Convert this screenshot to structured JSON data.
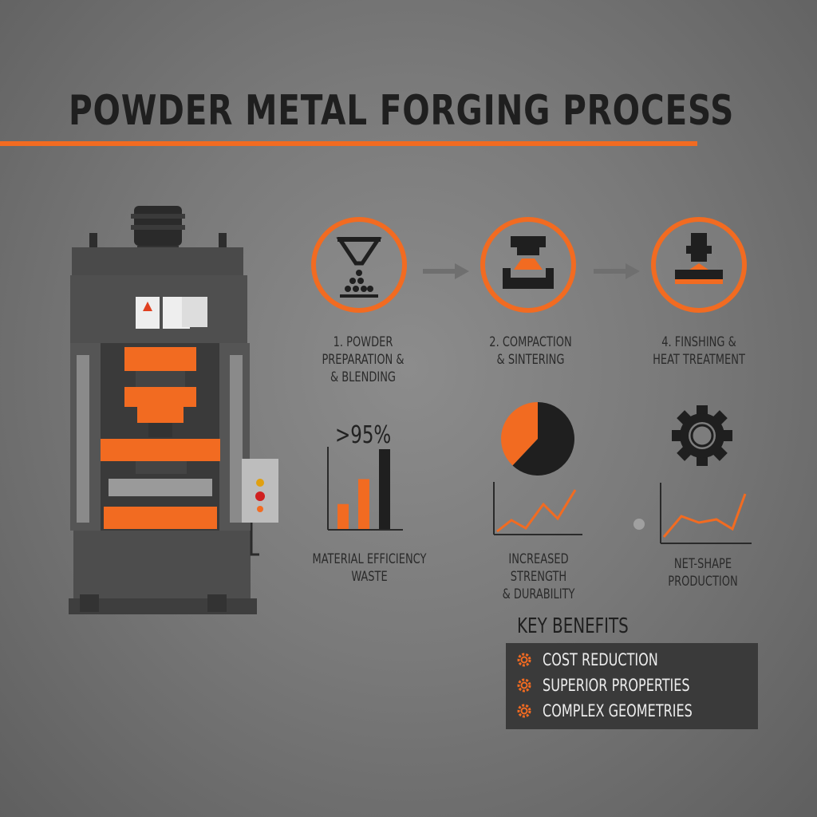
{
  "title": "POWDER METAL FORGING PROCESS",
  "colors": {
    "accent": "#f26b21",
    "dark": "#2a2a2a",
    "background": "#7d7d7d"
  },
  "steps": [
    {
      "icon": "powder-funnel-icon",
      "label_line1": "1. POWDER",
      "label_line2": "PREPARATION &",
      "label_line3": "& BLENDING"
    },
    {
      "icon": "compaction-press-icon",
      "label_line1": "2. COMPACTION",
      "label_line2": "& SINTERING"
    },
    {
      "icon": "forging-hammer-icon",
      "label_line1": "4. FINSHING &",
      "label_line2": "HEAT TREATMENT"
    }
  ],
  "metrics": [
    {
      "big": ">95%",
      "label_line1": "MATERIAL EFFICIENCY",
      "label_line2": "WASTE",
      "chart": "bar",
      "chart_data": {
        "type": "bar",
        "values": [
          1,
          2,
          3.2
        ],
        "colors": [
          "#f26b21",
          "#f26b21",
          "#1f1f1f"
        ]
      }
    },
    {
      "label_line1": "INCREASED STRENGTH",
      "label_line2": "& DURABILITY",
      "chart": "pie-and-line",
      "chart_data": {
        "type": "pie",
        "slices": [
          38,
          62
        ],
        "colors": [
          "#f26b21",
          "#1f1f1f"
        ]
      }
    },
    {
      "icon": "gear-icon",
      "label_line1": "NET-SHAPE PRODUCTION",
      "chart": "line"
    }
  ],
  "benefits": {
    "title": "KEY BENEFITS",
    "items": [
      "COST REDUCTION",
      "SUPERIOR PROPERTIES",
      "COMPLEX GEOMETRIES"
    ]
  }
}
